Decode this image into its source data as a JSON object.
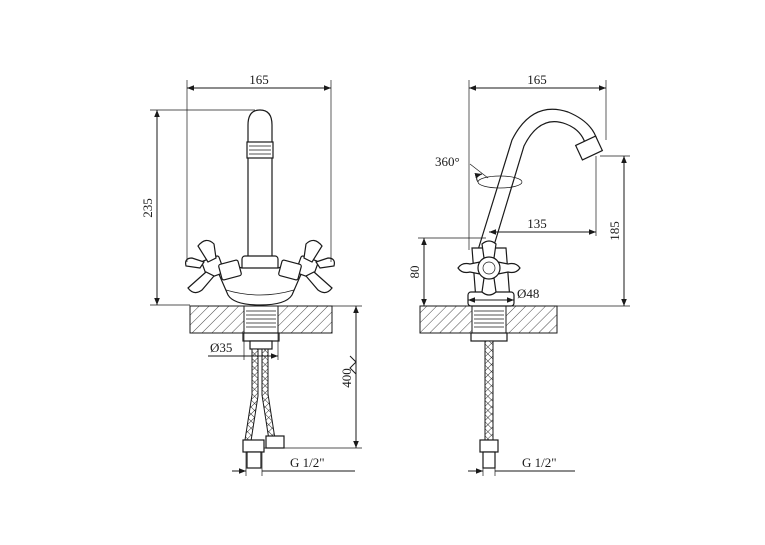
{
  "front_view": {
    "width_label": "165",
    "height_label": "235",
    "pipe_diameter_label": "Ø35",
    "hose_length_label": "400",
    "thread_label": "G 1/2\""
  },
  "side_view": {
    "width_label": "165",
    "rotation_label": "360°",
    "reach_label": "135",
    "spout_height_label": "185",
    "handle_height_label": "80",
    "base_diameter_label": "Ø48",
    "thread_label": "G 1/2\""
  }
}
